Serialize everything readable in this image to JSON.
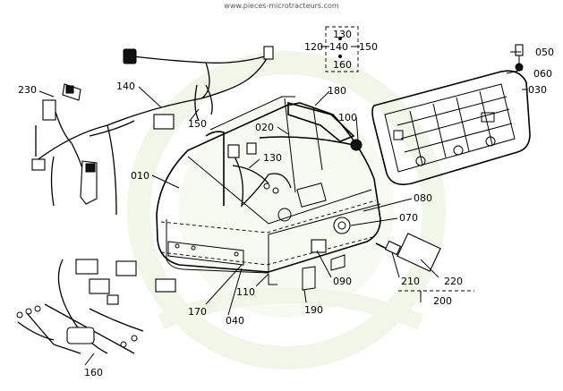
{
  "watermark": {
    "url": "www.pieces-microtracteurs.com"
  },
  "callouts": [
    {
      "id": "label-130-top",
      "text": "130"
    },
    {
      "id": "label-120",
      "text": "120"
    },
    {
      "id": "label-140-top",
      "text": "140"
    },
    {
      "id": "label-150-top",
      "text": "150"
    },
    {
      "id": "label-160-top",
      "text": "160"
    },
    {
      "id": "label-050",
      "text": "050"
    },
    {
      "id": "label-060",
      "text": "060"
    },
    {
      "id": "label-030",
      "text": "030"
    },
    {
      "id": "label-230",
      "text": "230"
    },
    {
      "id": "label-140",
      "text": "140"
    },
    {
      "id": "label-180",
      "text": "180"
    },
    {
      "id": "label-150",
      "text": "150"
    },
    {
      "id": "label-020",
      "text": "020"
    },
    {
      "id": "label-100",
      "text": "100"
    },
    {
      "id": "label-130",
      "text": "130"
    },
    {
      "id": "label-010",
      "text": "010"
    },
    {
      "id": "label-080",
      "text": "080"
    },
    {
      "id": "label-070",
      "text": "070"
    },
    {
      "id": "label-090",
      "text": "090"
    },
    {
      "id": "label-220",
      "text": "220"
    },
    {
      "id": "label-210",
      "text": "210"
    },
    {
      "id": "label-200",
      "text": "200"
    },
    {
      "id": "label-110",
      "text": "110"
    },
    {
      "id": "label-190",
      "text": "190"
    },
    {
      "id": "label-170",
      "text": "170"
    },
    {
      "id": "label-040",
      "text": "040"
    },
    {
      "id": "label-160",
      "text": "160"
    }
  ],
  "colors": {
    "ink": "#000000",
    "watermark_green": "#e6efd6"
  }
}
